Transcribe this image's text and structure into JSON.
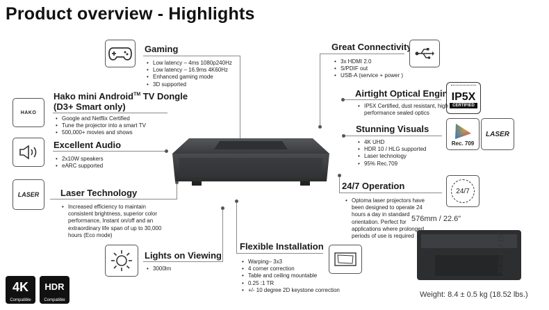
{
  "title": "Product overview - Highlights",
  "features": {
    "gaming": {
      "title": "Gaming",
      "bullets": [
        "Low latency – 4ms 1080p240Hz",
        "Low latency – 16.9ms 4K60Hz",
        "Enhanced gaming mode",
        "3D supported"
      ],
      "icon": "gamepad-icon"
    },
    "hako": {
      "title_line1": "Hako mini Android",
      "title_tm": "TM",
      "title_line1_end": " TV Dongle",
      "title_line2": "(D3+ Smart only)",
      "icon_text": "HAKO",
      "bullets": [
        "Google and Netflix Certified",
        "Tune the projector into a smart TV",
        "500,000+ movies and shows"
      ]
    },
    "audio": {
      "title": "Excellent Audio",
      "bullets": [
        "2x10W speakers",
        "eARC supported"
      ],
      "icon": "speaker-icon"
    },
    "laser_tech": {
      "title": "Laser Technology",
      "icon_text": "LASER",
      "bullets": [
        "Increased efficiency to maintain consistent brightness, superior color performance, Instant on/off and an extraordinary life span of up to 30,000 hours (Eco mode)"
      ]
    },
    "lights": {
      "title": "Lights on Viewing",
      "bullets": [
        "3000lm"
      ],
      "icon": "sun-icon"
    },
    "installation": {
      "title": "Flexible Installation",
      "bullets": [
        "Warping– 3x3",
        "4 corner correction",
        "Table and ceiling mountable",
        "0.25 :1 TR",
        "+/- 10 degree 2D keystone correction"
      ],
      "icon": "keystone-screen-icon"
    },
    "connectivity": {
      "title": "Great Connectivity",
      "bullets": [
        "3x HDMI 2.0",
        "S/PDIF out",
        "USB-A (service + power )"
      ],
      "icon": "usb-icon"
    },
    "optical": {
      "title": "Airtight Optical Engine",
      "bullets": [
        "IP5X Certified, dust resistant, high performance sealed optics"
      ],
      "badge_top": "IP5X",
      "badge_bottom": "CERTIFIED"
    },
    "visuals": {
      "title": "Stunning Visuals",
      "bullets": [
        "4K UHD",
        "HDR 10 / HLG supported",
        "Laser technology",
        "95% Rec.709"
      ],
      "rec_label": "Rec. 709",
      "laser_label": "LASER"
    },
    "operation": {
      "title": "24/7 Operation",
      "bullets": [
        "Optoma laser projectors have been designed to operate 24 hours a day in standard orientation. Perfect for applications where prolonged periods of use is required"
      ],
      "icon_text": "24/7"
    }
  },
  "dimensions": {
    "width": "576mm / 22.6\"",
    "depth": "383mm / 15\"",
    "weight": "Weight: 8.4 ± 0.5 kg (18.52 lbs.)"
  },
  "badges": {
    "uhd": {
      "big": "4K",
      "small": "Compatible"
    },
    "hdr": {
      "big": "HDR",
      "small": "Compatible"
    }
  },
  "colors": {
    "projector_body": "#3a3b3d",
    "line": "#8a8a8a"
  }
}
